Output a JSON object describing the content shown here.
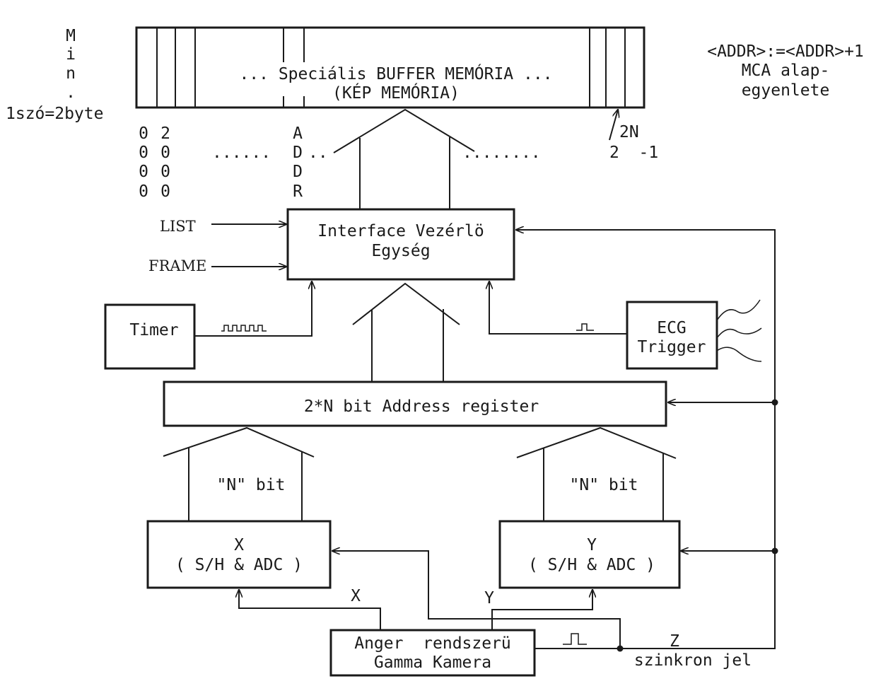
{
  "memory": {
    "line1": "... Speciális BUFFER MEMÓRIA ...",
    "line2": "(KÉP MEMÓRIA)",
    "side_label": [
      "M",
      "i",
      "n",
      "."
    ],
    "word_note": "1szó=2byte",
    "addr_columns": [
      [
        "0",
        "0",
        "0",
        "0"
      ],
      [
        "2",
        "0",
        "0",
        "0"
      ]
    ],
    "addr_letters": [
      "A",
      "D",
      "D",
      "R"
    ],
    "dots_left": "......",
    "dots_right": "........",
    "addr_end_top": "2N",
    "addr_end_bottom": "2  -1"
  },
  "equation": {
    "line1": "<ADDR>:=<ADDR>+1",
    "line2": "MCA alap-",
    "line3": "egyenlete"
  },
  "inputs": {
    "list": "LIST",
    "frame": "FRAME"
  },
  "interface": {
    "line1": "Interface Vezérlö",
    "line2": "Egység"
  },
  "timer": {
    "label": "Timer"
  },
  "ecg": {
    "line1": "ECG",
    "line2": "Trigger"
  },
  "address_register": {
    "label": "2*N bit Address register"
  },
  "n_bit_left": "\"N\" bit",
  "n_bit_right": "\"N\" bit",
  "adc_x": {
    "line1": "X",
    "line2": "( S/H & ADC )"
  },
  "adc_y": {
    "line1": "Y",
    "line2": "( S/H & ADC )"
  },
  "signal_x": "X",
  "signal_y": "Y",
  "signal_z": "Z",
  "sync_label": "szinkron jel",
  "camera": {
    "line1": "Anger  rendszerü",
    "line2": "Gamma Kamera"
  }
}
